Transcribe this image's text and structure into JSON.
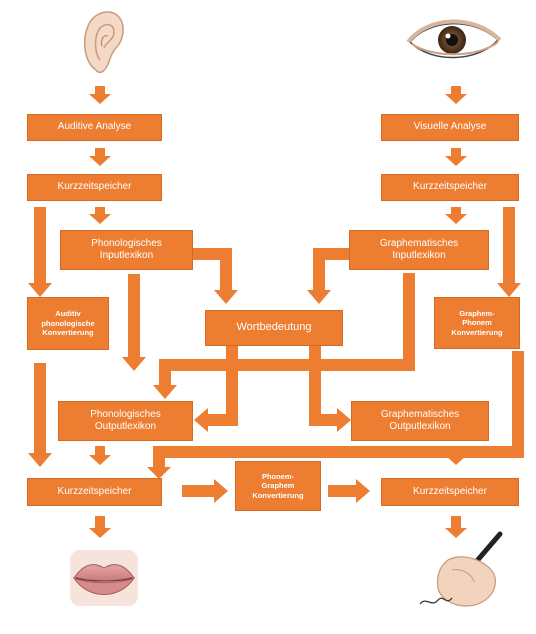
{
  "colors": {
    "box_fill": "#ED7D31",
    "box_text": "#FFFFFF",
    "arrow": "#ED7D31"
  },
  "icons": {
    "ear": "ear-icon",
    "eye": "eye-icon",
    "mouth": "lips-icon",
    "hand": "hand-writing-icon"
  },
  "boxes": {
    "auditive_analyse": "Auditive Analyse",
    "kurzzeit_left_top": "Kurzzeitspeicher",
    "phon_input": "Phonologisches\nInputlexikon",
    "auditiv_konv": "Auditiv\nphonologische\nKonvertierung",
    "wortbedeutung": "Wortbedeutung",
    "phon_output": "Phonologisches\nOutputlexikon",
    "kurzzeit_left_bottom": "Kurzzeitspeicher",
    "pg_konv": "Phonem-\nGraphem\nKonvertierung",
    "visuelle_analyse": "Visuelle Analyse",
    "kurzzeit_right_top": "Kurzzeitspeicher",
    "graph_input": "Graphematisches\nInputlexikon",
    "gp_konv": "Graphem-\nPhonem\nKonvertierung",
    "graph_output": "Graphematisches\nOutputlexikon",
    "kurzzeit_right_bottom": "Kurzzeitspeicher"
  }
}
